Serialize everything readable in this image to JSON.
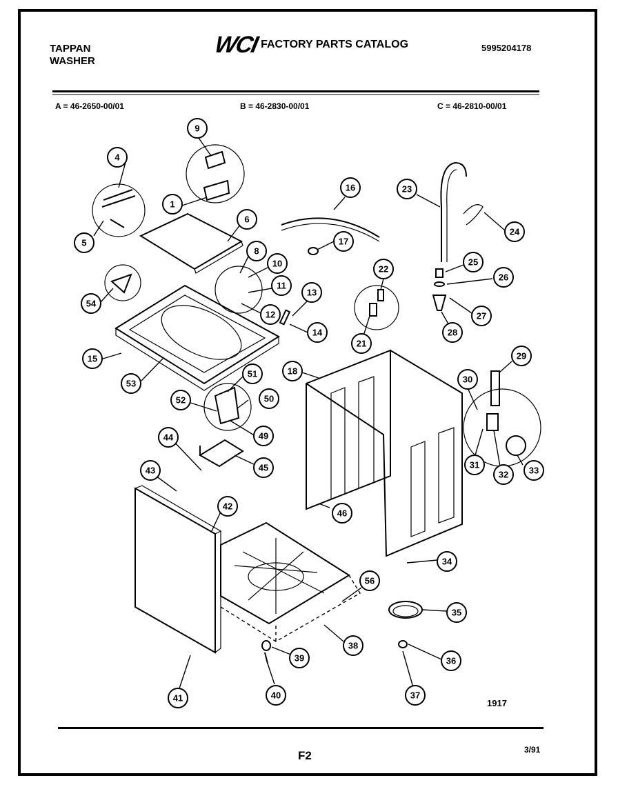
{
  "header": {
    "brand_line1": "TAPPAN",
    "brand_line2": "WASHER",
    "logo": "WCI",
    "catalog_title": "FACTORY PARTS CATALOG",
    "catalog_number": "5995204178"
  },
  "models": {
    "a": "A = 46-2650-00/01",
    "b": "B = 46-2830-00/01",
    "c": "C = 46-2810-00/01"
  },
  "diagram": {
    "code": "1917",
    "callouts": [
      "1",
      "4",
      "5",
      "6",
      "8",
      "9",
      "10",
      "11",
      "12",
      "13",
      "14",
      "15",
      "16",
      "17",
      "18",
      "21",
      "22",
      "23",
      "24",
      "25",
      "26",
      "27",
      "28",
      "29",
      "30",
      "31",
      "32",
      "33",
      "34",
      "35",
      "36",
      "37",
      "38",
      "39",
      "40",
      "41",
      "42",
      "43",
      "44",
      "45",
      "46",
      "49",
      "50",
      "51",
      "52",
      "53",
      "54",
      "56"
    ]
  },
  "footer": {
    "page": "F2",
    "date": "3/91"
  }
}
